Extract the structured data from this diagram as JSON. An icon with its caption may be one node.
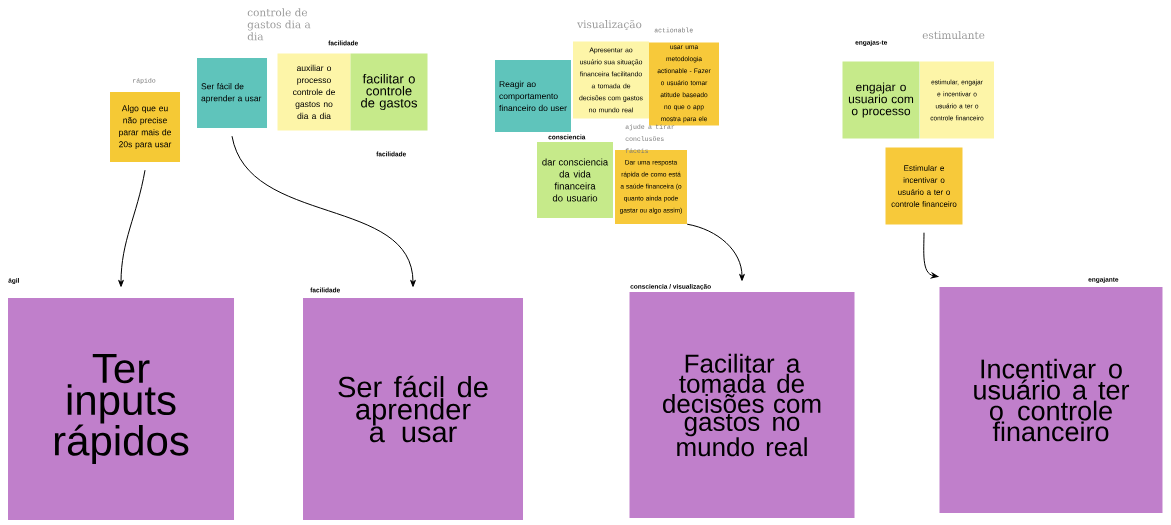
{
  "diagram": {
    "nodes": [
      {
        "text": [
          "Algo que eu não precise parar mais de 20s para usar"
        ]
      },
      {
        "text": [
          "Ser fácil de aprender a usar"
        ]
      },
      {
        "text": [
          "auxiliar o processo controle de gastos no dia a dia"
        ]
      },
      {
        "text": [
          "facilitar o controle de gastos"
        ]
      },
      {
        "text": [
          "Reagir ao comportamento financeiro do user"
        ]
      },
      {
        "text": [
          "Apresentar ao usuário sua situação financeira facilitando a tomada de decisões com gastos no mundo real"
        ]
      },
      {
        "text": [
          "usar uma metodologia actionable - Fazer o usuário tomar atitude baseado no que o app mostra para ele"
        ]
      },
      {
        "text": [
          "dar consciencia da vida financeira do usuario"
        ]
      },
      {
        "text": [
          "Dar uma resposta rápida de como está a saúde financeira (o quanto ainda pode gastar ou algo assim)"
        ]
      },
      {
        "text": [
          "engajar o usuario com o processo"
        ]
      },
      {
        "text": [
          "estimular, engajar e incentivar o usuário a ter o controle financeiro"
        ]
      },
      {
        "text": [
          "Estimular e incentivar o usuário a ter o controle financeiro"
        ]
      },
      {
        "text": [
          "Ter inputs rápidos"
        ],
        "beside": [
          "ágil"
        ]
      },
      {
        "text": [
          "Ser fácil de aprender a usar"
        ],
        "beside": [
          "facilidade"
        ]
      },
      {
        "text": [
          "Facilitar a tomada de decisões com gastos no mundo real"
        ],
        "beside": [
          "consciencia / visualização"
        ]
      },
      {
        "text": [
          "Incentivar o usuário a ter o controle financeiro"
        ],
        "beside": [
          "engajante"
        ]
      }
    ],
    "edges": [
      {
        "from": 0,
        "to": 12,
        "arrow": "to"
      },
      {
        "from": 1,
        "to": 13,
        "arrow": "to"
      },
      {
        "from": 8,
        "to": 14,
        "arrow": "to"
      },
      {
        "from": 11,
        "to": 15,
        "arrow": "to"
      }
    ],
    "labels": [
      "controle de gastos dia a dia",
      "visualização",
      "actionable",
      "estimulante",
      "facilidade",
      "engajas-te",
      "rápido",
      "consciencia",
      "ajude a tirar conclusões fáceis",
      "facilidade"
    ]
  }
}
